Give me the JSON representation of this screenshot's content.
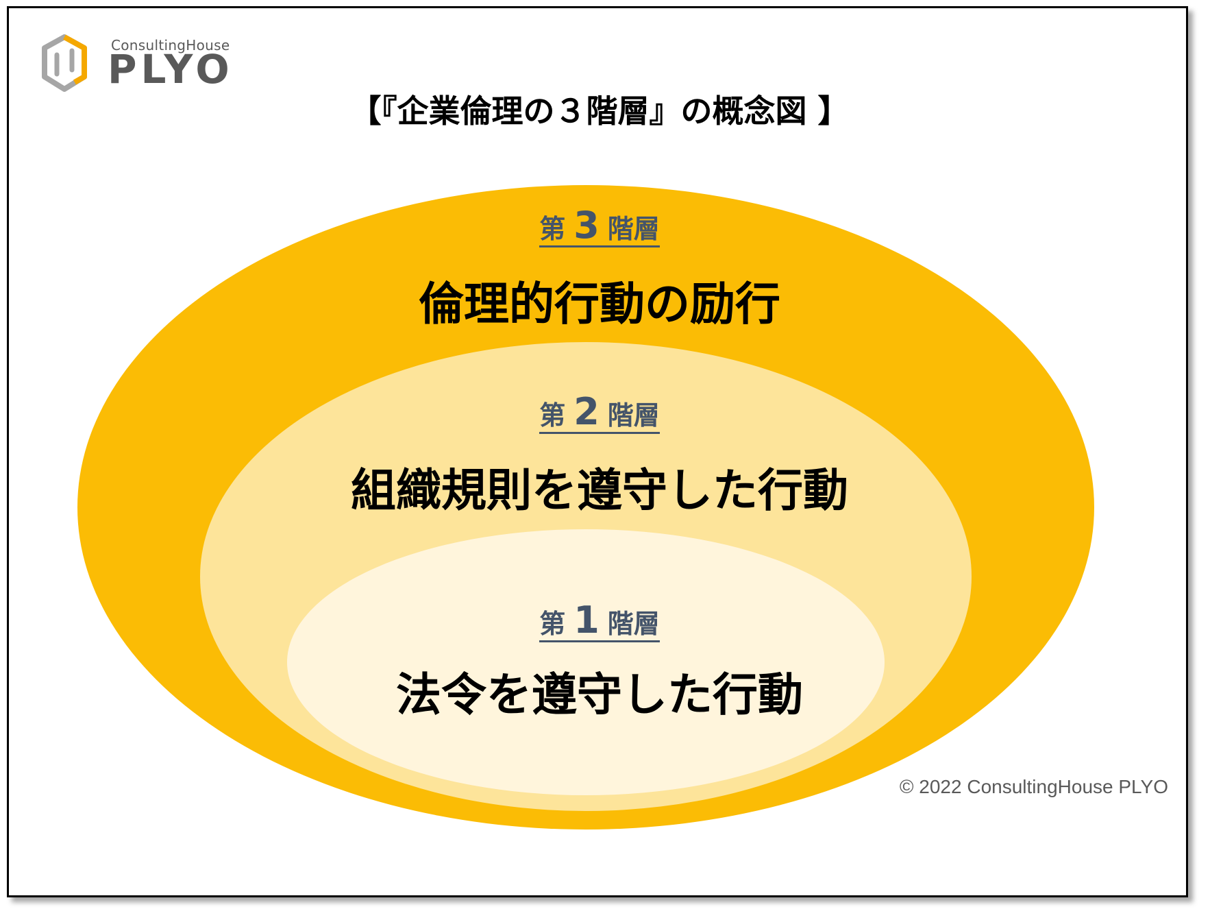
{
  "logo": {
    "subtitle": "ConsultingHouse",
    "name": "PLYO",
    "icon": "hexagon-logo-icon"
  },
  "title": "【『企業倫理の３階層』の概念図 】",
  "colors": {
    "outer": "#fbbc05",
    "middle": "#fde49a",
    "inner": "#fff5dc",
    "tag": "#44546a"
  },
  "levels": [
    {
      "prefix": "第",
      "number": "3",
      "suffix": "階層",
      "text": "倫理的行動の励行"
    },
    {
      "prefix": "第",
      "number": "2",
      "suffix": "階層",
      "text": "組織規則を遵守した行動"
    },
    {
      "prefix": "第",
      "number": "1",
      "suffix": "階層",
      "text": "法令を遵守した行動"
    }
  ],
  "copyright": "© 2022 ConsultingHouse PLYO"
}
